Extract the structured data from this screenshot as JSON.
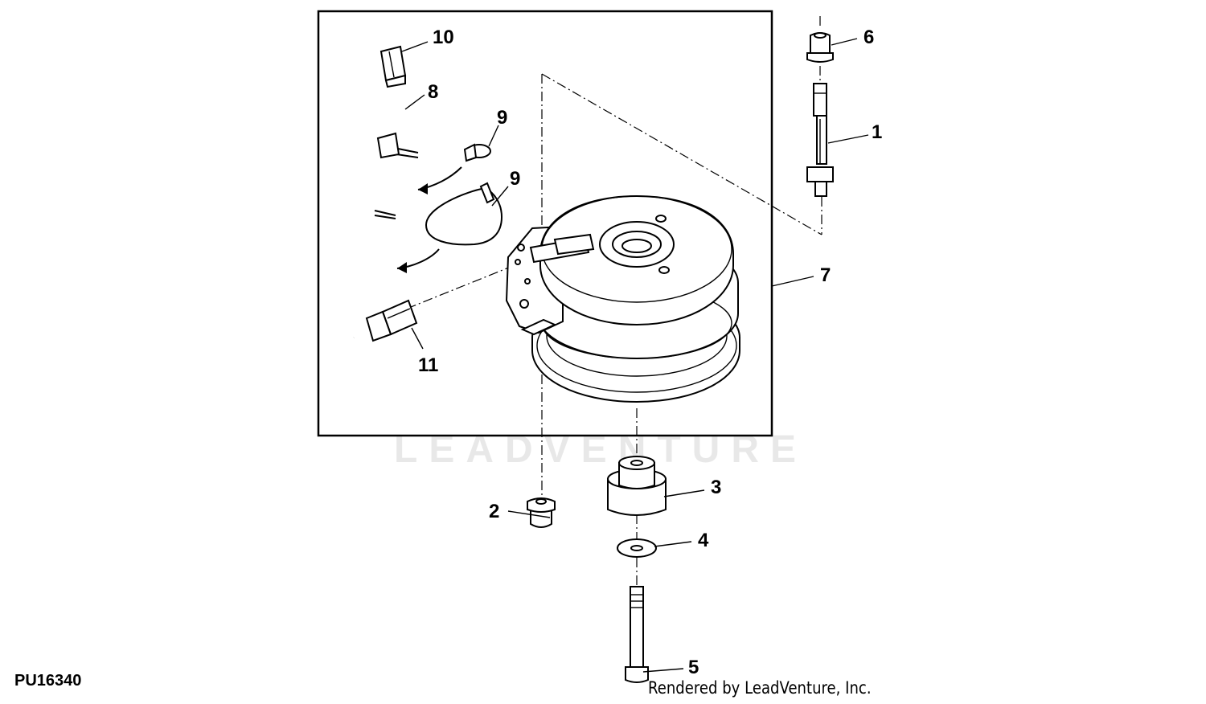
{
  "figure": {
    "code": "PU16340",
    "credit": "Rendered by LeadVenture, Inc.",
    "watermark": "LEADVENTURE"
  },
  "callouts": {
    "c1": "1",
    "c2": "2",
    "c3": "3",
    "c4": "4",
    "c5": "5",
    "c6": "6",
    "c7": "7",
    "c8": "8",
    "c9a": "9",
    "c9b": "9",
    "c10": "10",
    "c11": "11"
  }
}
